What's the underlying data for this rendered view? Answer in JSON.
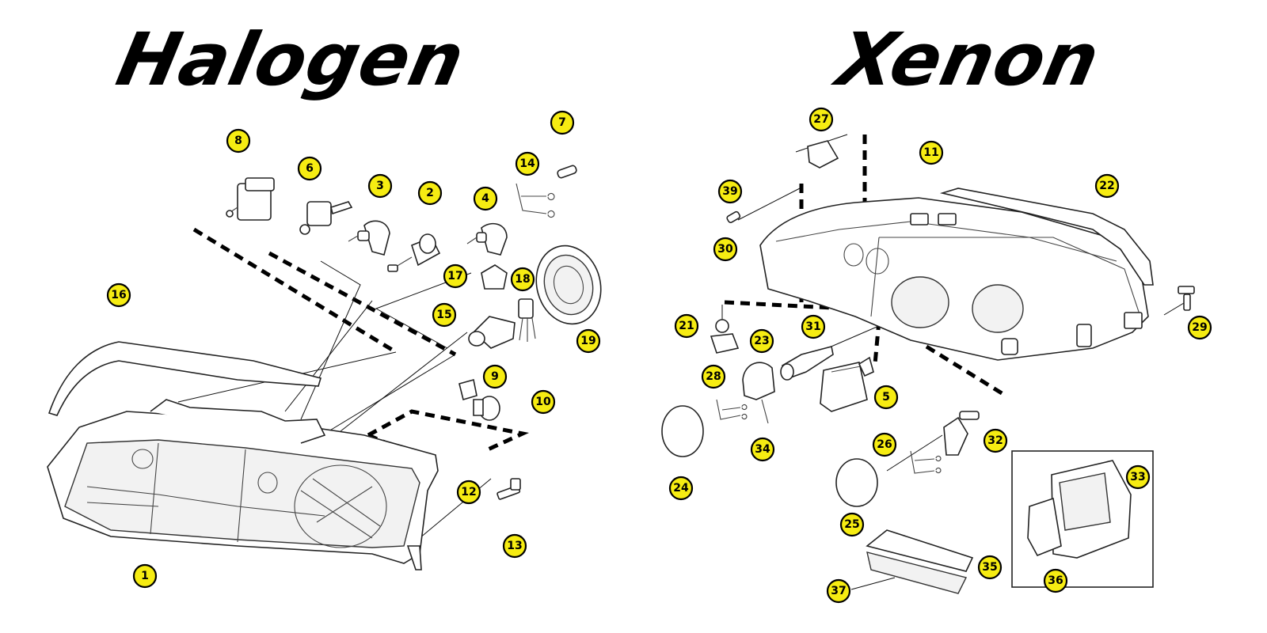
{
  "titles": {
    "halogen": "Halogen",
    "xenon": "Xenon"
  },
  "colors": {
    "callout_fill": "#f6ec12",
    "callout_stroke": "#000000",
    "line": "#111111"
  },
  "callouts": {
    "halogen": [
      "8",
      "6",
      "3",
      "2",
      "4",
      "7",
      "14",
      "17",
      "18",
      "15",
      "19",
      "16",
      "9",
      "10",
      "12",
      "13",
      "1"
    ],
    "xenon": [
      "27",
      "11",
      "22",
      "39",
      "30",
      "21",
      "31",
      "23",
      "28",
      "5",
      "29",
      "34",
      "24",
      "26",
      "32",
      "33",
      "25",
      "35",
      "37",
      "36"
    ]
  }
}
